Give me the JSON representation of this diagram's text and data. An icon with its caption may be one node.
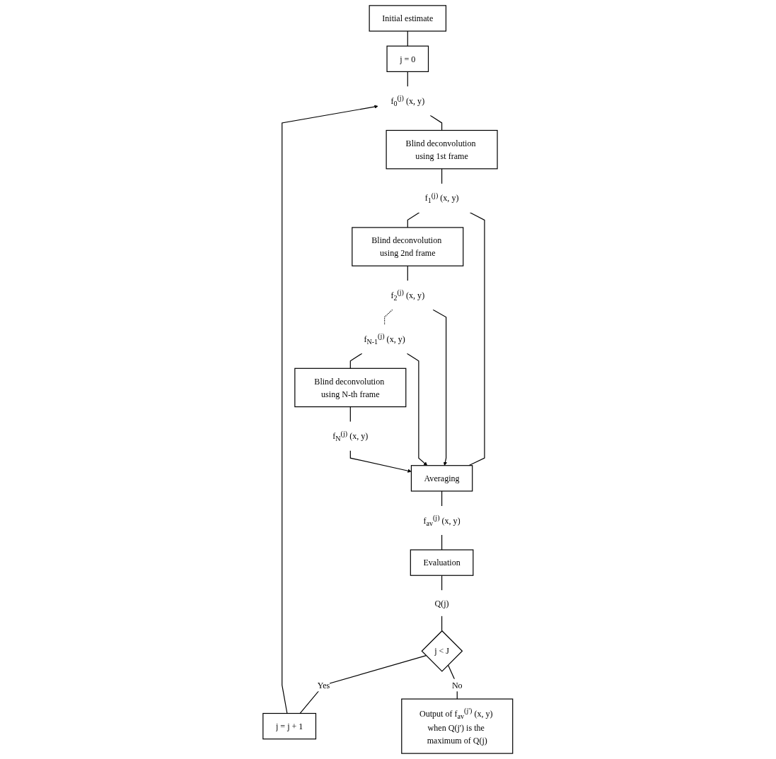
{
  "diagram": {
    "nodes": [
      {
        "text": [
          "Initial estimate"
        ]
      },
      {
        "text": [
          "j = 0"
        ]
      },
      {
        "text": [
          "f$_{0}$$^{(j)}$ (x, y)"
        ]
      },
      {
        "text": [
          "Blind deconvolution using 1st frame"
        ]
      },
      {
        "text": [
          "f$_{1}$$^{(j)}$ (x, y)"
        ]
      },
      {
        "text": [
          "Blind deconvolution using 2nd frame"
        ]
      },
      {
        "text": [
          "f$_{2}$$^{(j)}$ (x, y)"
        ]
      },
      {
        "text": [
          "f$_{N-1}$$^{(j)}$ (x, y)"
        ]
      },
      {
        "text": [
          "Blind deconvolution using N-th frame"
        ]
      },
      {
        "text": [
          "f$_{N}$$^{(j)}$ (x, y)"
        ]
      },
      {
        "text": [
          "j = j + 1"
        ]
      },
      {
        "text": [
          "Averaging"
        ]
      },
      {
        "text": [
          "f$_{av}$$^{(j)}$ (x, y)"
        ]
      },
      {
        "text": [
          "Evaluation"
        ]
      },
      {
        "text": [
          "Q(j)"
        ]
      },
      {
        "text": [
          "j < J"
        ]
      },
      {
        "text": [
          "Output of f$_{av}$$^{(j')}$ (x, y) when Q(j') is the maximum of Q(j)"
        ]
      }
    ],
    "edges": [
      {
        "from": 0,
        "to": 1,
        "arrow": "none"
      },
      {
        "from": 1,
        "to": 2,
        "arrow": "none"
      },
      {
        "from": 2,
        "to": 3,
        "arrow": "none"
      },
      {
        "from": 3,
        "to": 4,
        "arrow": "none"
      },
      {
        "from": 4,
        "to": 5,
        "arrow": "none"
      },
      {
        "from": 5,
        "to": 6,
        "arrow": "none"
      },
      {
        "from": 6,
        "to": 7,
        "arrow": "none",
        "style": "dashed"
      },
      {
        "from": 7,
        "to": 8,
        "arrow": "none"
      },
      {
        "from": 8,
        "to": 9,
        "arrow": "none"
      },
      {
        "from": 4,
        "to": 11,
        "arrow": "none"
      },
      {
        "from": 6,
        "to": 11,
        "arrow": "to"
      },
      {
        "from": 7,
        "to": 11,
        "arrow": "to"
      },
      {
        "from": 9,
        "to": 11,
        "arrow": "to"
      },
      {
        "from": 11,
        "to": 12,
        "arrow": "none"
      },
      {
        "from": 12,
        "to": 13,
        "arrow": "none"
      },
      {
        "from": 13,
        "to": 14,
        "arrow": "none"
      },
      {
        "from": 14,
        "to": 15,
        "arrow": "none"
      },
      {
        "from": 15,
        "to": 10,
        "label": "Yes",
        "arrow": "none"
      },
      {
        "from": 10,
        "to": 2,
        "arrow": "to"
      },
      {
        "from": 15,
        "to": 16,
        "label": "No",
        "arrow": "none"
      }
    ]
  }
}
